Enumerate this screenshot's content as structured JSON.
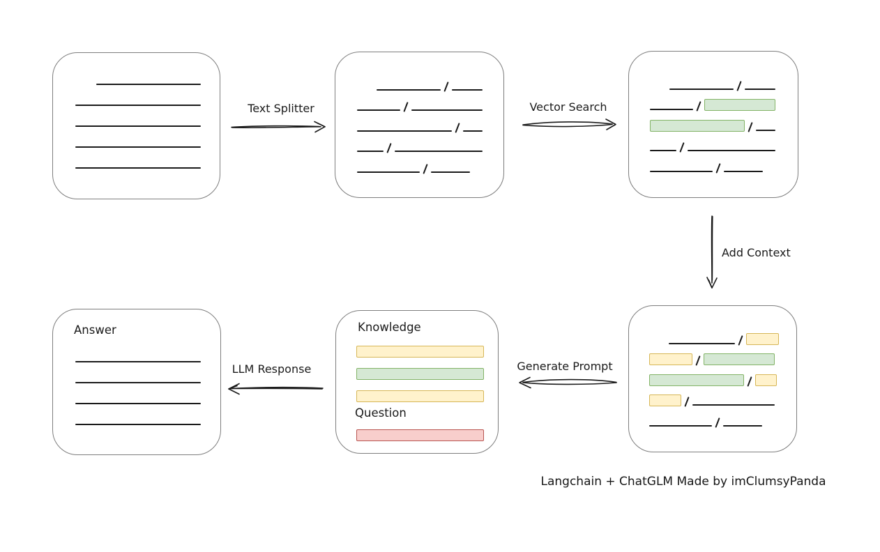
{
  "colors": {
    "ink": "#1a1a1a",
    "box_border": "#7d7d7d",
    "green_fill": "#d5e8d4",
    "green_border": "#82b366",
    "yellow_fill": "#fff2cc",
    "yellow_border": "#d6b656",
    "red_fill": "#f8cecc",
    "red_border": "#b85450"
  },
  "arrows": {
    "text_splitter": {
      "label": "Text Splitter"
    },
    "vector_search": {
      "label": "Vector Search"
    },
    "add_context": {
      "label": "Add Context"
    },
    "generate_prompt": {
      "label": "Generate Prompt"
    },
    "llm_response": {
      "label": "LLM Response"
    }
  },
  "boxes": {
    "source_document": {
      "rows": [
        [
          {
            "t": "line",
            "w": 150,
            "ml": 30
          }
        ],
        [
          {
            "t": "line",
            "w": 180
          }
        ],
        [
          {
            "t": "line",
            "w": 180
          }
        ],
        [
          {
            "t": "line",
            "w": 180
          }
        ],
        [
          {
            "t": "line",
            "w": 180
          }
        ]
      ]
    },
    "split_text": {
      "rows": [
        [
          {
            "t": "line",
            "w": 92,
            "ml": 28
          },
          {
            "t": "slash"
          },
          {
            "t": "line",
            "w": 44
          }
        ],
        [
          {
            "t": "line",
            "w": 62
          },
          {
            "t": "slash"
          },
          {
            "t": "line",
            "w": 102
          }
        ],
        [
          {
            "t": "line",
            "w": 136
          },
          {
            "t": "slash"
          },
          {
            "t": "line",
            "w": 28
          }
        ],
        [
          {
            "t": "line",
            "w": 38
          },
          {
            "t": "slash"
          },
          {
            "t": "line",
            "w": 126
          }
        ],
        [
          {
            "t": "line",
            "w": 90
          },
          {
            "t": "slash"
          },
          {
            "t": "line",
            "w": 56
          }
        ]
      ]
    },
    "vector_matches": {
      "rows": [
        [
          {
            "t": "line",
            "w": 92,
            "ml": 28
          },
          {
            "t": "slash"
          },
          {
            "t": "line",
            "w": 44
          }
        ],
        [
          {
            "t": "line",
            "w": 62
          },
          {
            "t": "slash"
          },
          {
            "t": "bar",
            "c": "green",
            "w": 102
          }
        ],
        [
          {
            "t": "bar",
            "c": "green",
            "w": 136
          },
          {
            "t": "slash"
          },
          {
            "t": "line",
            "w": 28
          }
        ],
        [
          {
            "t": "line",
            "w": 38
          },
          {
            "t": "slash"
          },
          {
            "t": "line",
            "w": 126
          }
        ],
        [
          {
            "t": "line",
            "w": 90
          },
          {
            "t": "slash"
          },
          {
            "t": "line",
            "w": 56
          }
        ]
      ]
    },
    "context_chunks": {
      "rows": [
        [
          {
            "t": "line",
            "w": 95,
            "ml": 28
          },
          {
            "t": "slash"
          },
          {
            "t": "bar",
            "c": "yellow",
            "w": 47
          }
        ],
        [
          {
            "t": "bar",
            "c": "yellow",
            "w": 62
          },
          {
            "t": "slash"
          },
          {
            "t": "bar",
            "c": "green",
            "w": 102
          }
        ],
        [
          {
            "t": "bar",
            "c": "green",
            "w": 136
          },
          {
            "t": "slash"
          },
          {
            "t": "bar",
            "c": "yellow",
            "w": 31
          }
        ],
        [
          {
            "t": "bar",
            "c": "yellow",
            "w": 46
          },
          {
            "t": "slash"
          },
          {
            "t": "line",
            "w": 118
          }
        ],
        [
          {
            "t": "line",
            "w": 90
          },
          {
            "t": "slash"
          },
          {
            "t": "line",
            "w": 56
          }
        ]
      ]
    },
    "prompt": {
      "knowledge_label": "Knowledge",
      "question_label": "Question",
      "knowledge_bars": [
        {
          "c": "yellow",
          "w": 183
        },
        {
          "c": "green",
          "w": 183
        },
        {
          "c": "yellow",
          "w": 183
        }
      ],
      "question_bars": [
        {
          "c": "red",
          "w": 183
        }
      ]
    },
    "answer": {
      "label": "Answer",
      "rows": [
        [
          {
            "t": "line",
            "w": 180
          }
        ],
        [
          {
            "t": "line",
            "w": 180
          }
        ],
        [
          {
            "t": "line",
            "w": 180
          }
        ],
        [
          {
            "t": "line",
            "w": 180
          }
        ]
      ]
    }
  },
  "footer": {
    "credit": "Langchain + ChatGLM Made by imClumsyPanda"
  }
}
